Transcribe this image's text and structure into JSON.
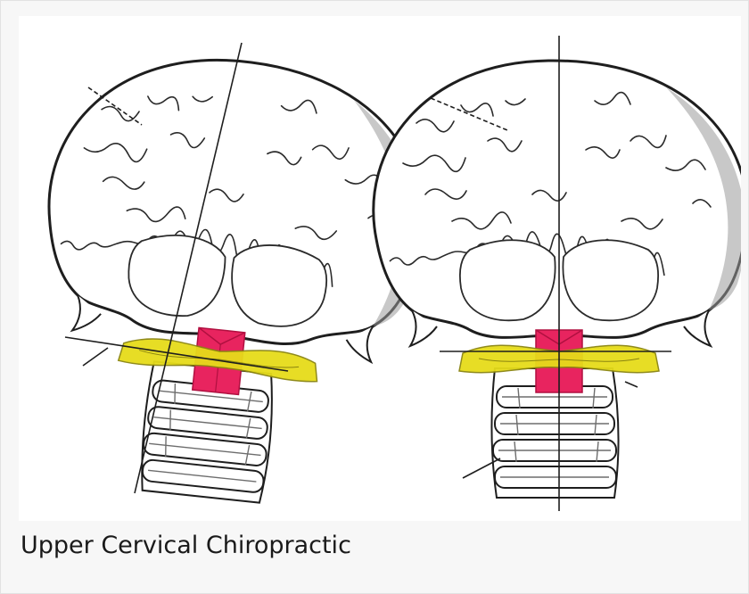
{
  "caption": "Upper Cervical Chiropractic",
  "figures": [
    {
      "name": "misaligned-head",
      "tilted": true
    },
    {
      "name": "aligned-head",
      "tilted": false
    }
  ],
  "colors": {
    "atlas": "#e6dc1a",
    "axis": "#e8245f",
    "ink": "#1e1e1e",
    "bone": "#ffffff",
    "shade": "#9a9a9a"
  }
}
